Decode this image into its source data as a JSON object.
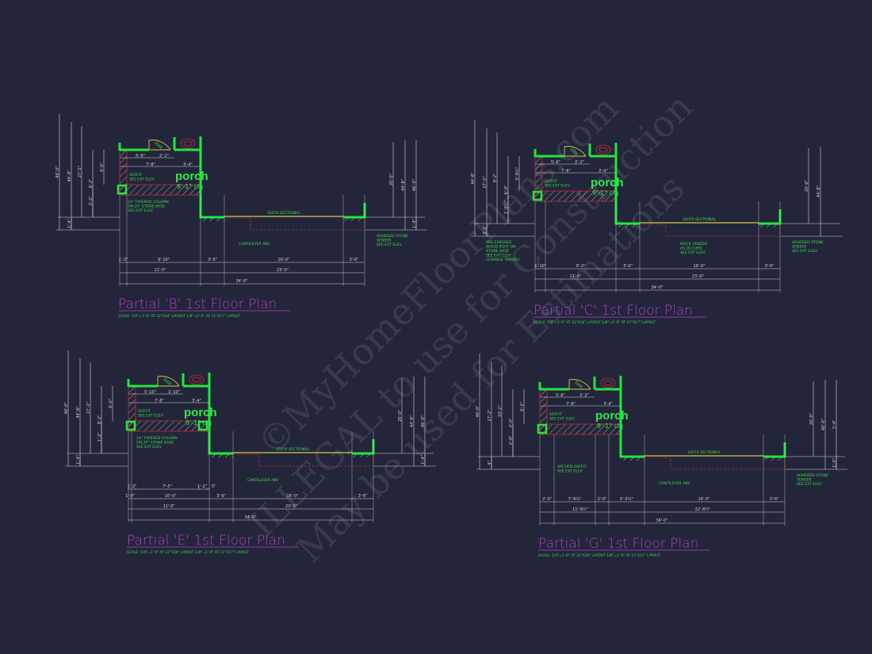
{
  "colors": {
    "background": "#23263a",
    "wall": "#1ee83a",
    "annotation": "#3ddc4a",
    "dimension": "#d4d4d4",
    "garage_door": "#d6c84a",
    "hatch": "#c8283a",
    "title": "#b040c8"
  },
  "watermark": [
    "©MyHomeFloorPlans.com",
    "ILLEGAL to use for Construction",
    "May be used for Estimations"
  ],
  "plans": [
    {
      "title": "Partial 'B' 1st Floor Plan",
      "scale": "SCALE: 1/4\"=1'-0\" AT 22\"X34\" LAYOUT   1/8\"=1'-0\" AT 11\"X17\" LAYOUT",
      "room": "porch",
      "ceiling": "9'-1\" clg",
      "door": "3068",
      "garage_door": "16070 SECTIONAL",
      "notes": [
        [
          "SOFFIT",
          "SEE EXT ELEV"
        ],
        [
          "14\" TAPERED COLUMN",
          "ON 20\" STONE BASE",
          "SEE EXT ELEV"
        ],
        [
          "CANTILEVER ABV"
        ],
        [
          "ADHERED STONE",
          "VENEER",
          "SEE EXT ELEV"
        ]
      ],
      "dims": {
        "top1": [
          "5'-6\"",
          "2'-2\""
        ],
        "top2": [
          "7'-8\"",
          "3'-4\""
        ],
        "bottom1": [
          "1'-2\"",
          "9'-10\"",
          "3'-6\"",
          "16'-0\"",
          "3'-6\""
        ],
        "bottom2": [
          "11'-0\"",
          "23'-0\""
        ],
        "overall": "34'-0\"",
        "left": [
          "46'-0\"",
          "44'-8\"",
          "27'-2\"",
          "9'-2\"",
          "6'-0\"",
          "3'-2\"",
          "1'-4\""
        ],
        "right": [
          "20'-0\"",
          "44'-8\"",
          "46'-0\"",
          "1'-4\""
        ]
      }
    },
    {
      "title": "Partial 'C' 1st Floor Plan",
      "scale": "SCALE: 1/4\"=1'-0\" AT 22\"X34\" LAYOUT   1/8\"=1'-0\" AT 11\"X17\" LAYOUT",
      "room": "porch",
      "ceiling": "9'-1\" clg",
      "door": "3068",
      "garage_door": "16070 SECTIONAL",
      "notes": [
        [
          "SOFFIT",
          "SEE EXT ELEV"
        ],
        [
          "8X8 EXPOSED",
          "WOOD POST ON",
          "STONE BASE",
          "SEE EXT ELEV",
          "(STAINED TIMBER)"
        ],
        [
          "BRICK VENEER",
          "AS OCCURS,",
          "SEE EXT ELEV"
        ],
        [
          "ADHERED STONE",
          "VENEER",
          "SEE EXT ELEV"
        ]
      ],
      "dims": {
        "top1": [
          "5'-6\"",
          "2'-2\""
        ],
        "top2": [
          "7'-8\"",
          "3'-4\""
        ],
        "bottom1": [
          "1'-10\"",
          "9'-2\"",
          "3'-6\"",
          "16'-0\"",
          "3'-6\""
        ],
        "bottom2": [
          "11'-0\"",
          "23'-0\""
        ],
        "overall": "34'-0\"",
        "left": [
          "44'-8\"",
          "27'-2\"",
          "9'-2\"",
          "6'-0\"",
          "5'-9½\"",
          "1'-0½\"",
          "3'-2\""
        ],
        "right": [
          "20'-0\"",
          "44'-8\""
        ]
      }
    },
    {
      "title": "Partial 'E' 1st Floor Plan",
      "scale": "SCALE: 1/4\"=1'-0\" AT 22\"X34\" LAYOUT   1/8\"=1'-0\" AT 11\"X17\" LAYOUT",
      "room": "porch",
      "ceiling": "9'-1\" clg",
      "door": "3068",
      "garage_door": "16070 SECTIONAL",
      "notes": [
        [
          "SOFFIT",
          "SEE EXT ELEV"
        ],
        [
          "14\" TAPERED COLUMN",
          "ON 20\" STONE BASE",
          "SEE EXT ELEV"
        ],
        [
          "CANTILEVER ABV"
        ]
      ],
      "dims": {
        "top1": [
          "5'-10\"",
          "1'-10\""
        ],
        "top2": [
          "7'-8\"",
          "3'-4\""
        ],
        "bottom0": [
          "1'-2\"",
          "7'-5\"",
          "1'-2\"",
          "5\""
        ],
        "bottom1": [
          "1'-0\"",
          "10'-0\"",
          "3'-6\"",
          "16'-0\"",
          "3'-6\""
        ],
        "bottom2": [
          "11'-0\"",
          "23'-0\""
        ],
        "overall": "34'-0\"",
        "left": [
          "46'-0\"",
          "44'-8\"",
          "27'-2\"",
          "9'-2\"",
          "6'-0\"",
          "1'-2\"",
          "1'-4\""
        ],
        "right": [
          "20'-0\"",
          "44'-8\"",
          "46'-0\"",
          "1'-4\""
        ]
      }
    },
    {
      "title": "Partial 'G' 1st Floor Plan",
      "scale": "SCALE: 1/4\"=1'-0\" AT 22\"X34\" LAYOUT   1/8\"=1'-0\" AT 11\"X17\" LAYOUT",
      "room": "porch",
      "ceiling": "9'-1\" clg",
      "door": "3068",
      "garage_door": "16070 SECTIONAL",
      "notes": [
        [
          "SOFFIT",
          "SEE EXT ELEV"
        ],
        [
          "ARCHED SOFFIT",
          "SEE EXT ELEV"
        ],
        [
          "CANTILEVER ABV"
        ],
        [
          "ADHERED STONE",
          "VENEER",
          "SEE EXT ELEV"
        ]
      ],
      "dims": {
        "top1": [
          "5'-6\"",
          "2'-2\""
        ],
        "top2": [
          "7'-8\"",
          "3'-4\""
        ],
        "bottom1": [
          "2'-0\"",
          "7'-9½\"",
          "2'-0\"",
          "5'-2½\"",
          "16'-0\"",
          "3'-6\""
        ],
        "bottom2": [
          "11'-9½\"",
          "22'-8½\""
        ],
        "overall": "34'-0\"",
        "left": [
          "46'-0\"",
          "27'-2\"",
          "10'-2\"",
          "2'-0\"",
          "6'-2\"",
          "2'-0\"",
          "4\""
        ],
        "right": [
          "20'-0\"",
          "46'-0\"",
          "1'-4\"",
          "1'-0\""
        ]
      }
    }
  ]
}
